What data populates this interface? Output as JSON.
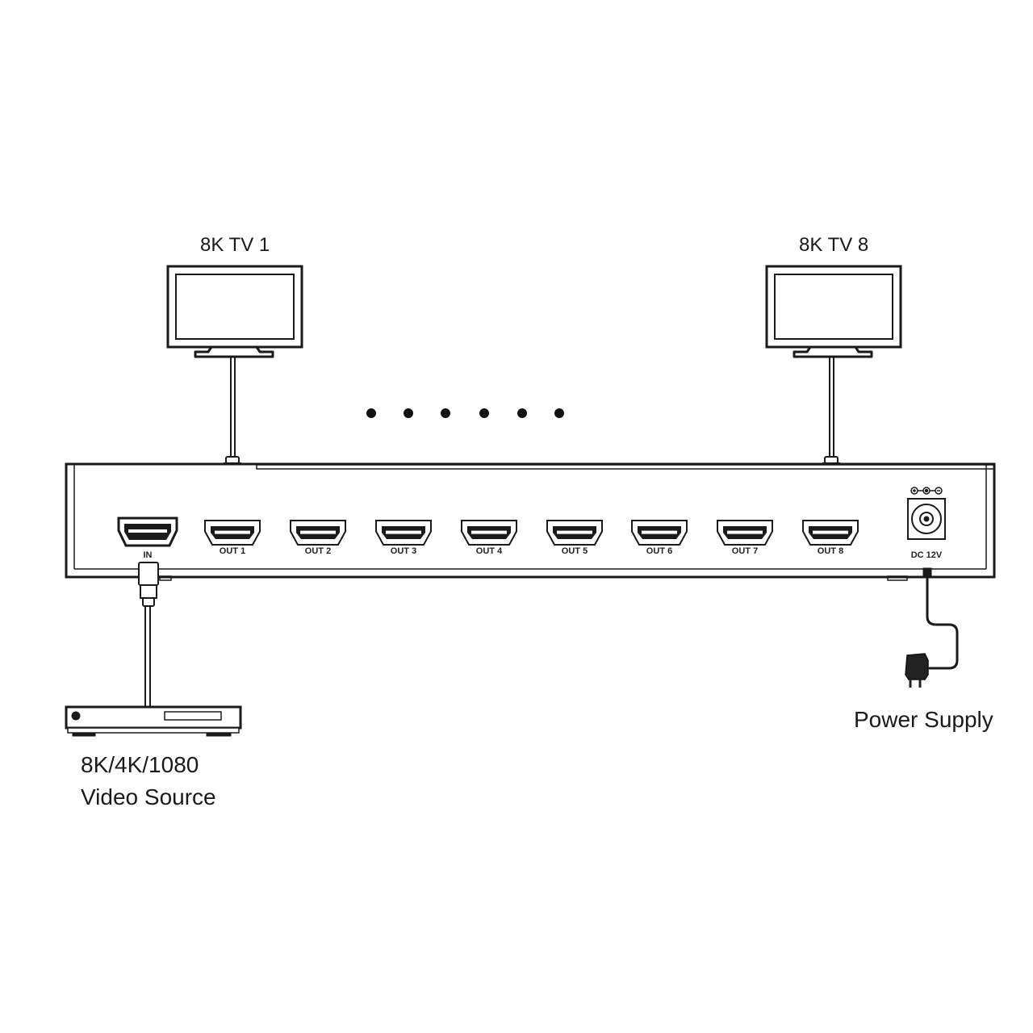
{
  "displays": {
    "first": {
      "label": "8K TV 1"
    },
    "last": {
      "label": "8K TV 8"
    }
  },
  "splitter": {
    "input_label": "IN",
    "outputs": [
      "OUT 1",
      "OUT 2",
      "OUT 3",
      "OUT 4",
      "OUT 5",
      "OUT 6",
      "OUT 7",
      "OUT 8"
    ],
    "power_label": "DC 12V"
  },
  "source": {
    "line1": "8K/4K/1080",
    "line2": "Video Source"
  },
  "power_supply": {
    "label": "Power Supply"
  }
}
